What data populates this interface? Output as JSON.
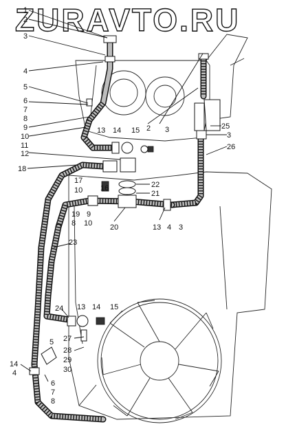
{
  "watermark": {
    "text": "ZURAVTO.RU"
  },
  "labels": {
    "l1": "1",
    "l2": "2",
    "l3a": "3",
    "l4a": "4",
    "l5a": "5",
    "l6a": "6",
    "l7a": "7",
    "l8a": "8",
    "l9a": "9",
    "l10a": "10",
    "l11": "11",
    "l12": "12",
    "l13a": "13",
    "l14a": "14",
    "l15a": "15",
    "l2b": "2",
    "l3b": "3",
    "l25": "25",
    "l3c": "3",
    "l26": "26",
    "l18": "18",
    "l17": "17",
    "l10b": "10",
    "l16": "16",
    "l22": "22",
    "l21": "21",
    "l19": "19",
    "l9b": "9",
    "l8b": "8",
    "l10c": "10",
    "l20": "20",
    "l13b": "13",
    "l4b": "4",
    "l3d": "3",
    "l23": "23",
    "l24": "24",
    "l13c": "13",
    "l14b": "14",
    "l15b": "15",
    "l27": "27",
    "l28": "28",
    "l29": "29",
    "l30": "30",
    "l5b": "5",
    "l14c": "14",
    "l4c": "4",
    "l6b": "6",
    "l7b": "7",
    "l8c": "8"
  }
}
